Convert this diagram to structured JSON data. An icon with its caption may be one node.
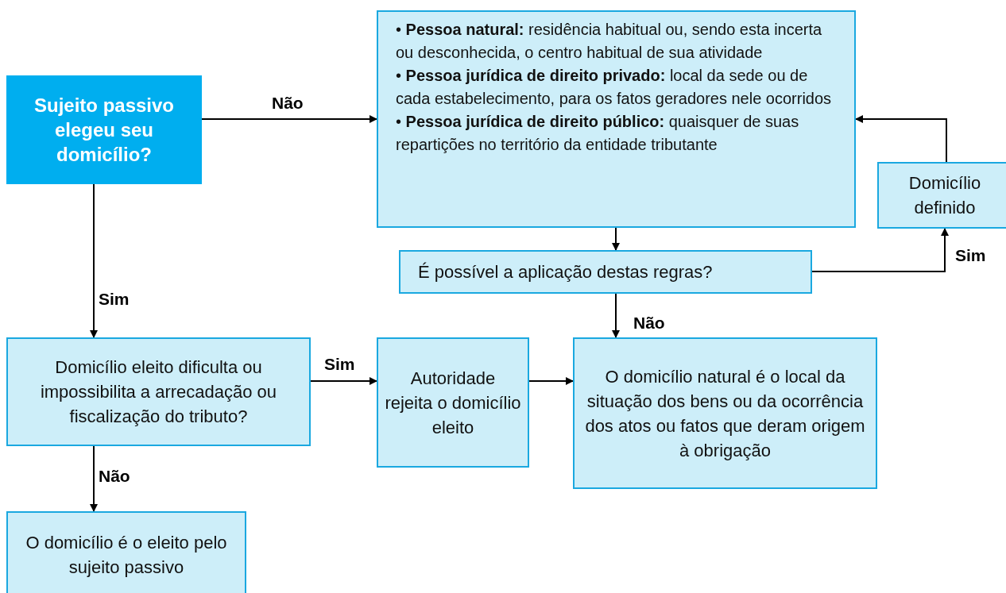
{
  "diagram": {
    "nodes": [
      {
        "text": [
          "Sujeito passivo elegeu seu domicílio?"
        ]
      },
      {
        "text": [
          "• **Pessoa natural:** residência habitual ou, sendo esta incerta ou desconhecida, o centro habitual de sua atividade",
          "• **Pessoa jurídica de direito privado:** local da sede ou de cada estabelecimento, para os fatos geradores nele ocorridos",
          "• **Pessoa jurídica de direito público:** quaisquer de suas repartições no território da entidade tributante"
        ]
      },
      {
        "text": [
          "É possível a aplicação destas regras?"
        ]
      },
      {
        "text": [
          "Domicílio definido"
        ]
      },
      {
        "text": [
          "Domicílio eleito dificulta ou impossibilita a arrecadação ou fiscalização do tributo?"
        ]
      },
      {
        "text": [
          "Autoridade rejeita o domicílio eleito"
        ]
      },
      {
        "text": [
          "O domicílio natural é o local da situação dos bens ou da ocorrência dos atos ou fatos que deram origem à obrigação"
        ]
      },
      {
        "text": [
          "O domicílio é o eleito pelo sujeito passivo"
        ]
      }
    ],
    "edges": [
      {
        "from": 0,
        "to": 1,
        "arrow": "to",
        "label": "Não"
      },
      {
        "from": 1,
        "to": 2,
        "arrow": "to"
      },
      {
        "from": 2,
        "to": 3,
        "arrow": "to",
        "label": "Sim"
      },
      {
        "from": 3,
        "to": 1,
        "arrow": "to"
      },
      {
        "from": 0,
        "to": 4,
        "arrow": "to",
        "label": "Sim"
      },
      {
        "from": 4,
        "to": 5,
        "arrow": "to",
        "label": "Sim"
      },
      {
        "from": 5,
        "to": 6,
        "arrow": "to"
      },
      {
        "from": 2,
        "to": 6,
        "arrow": "to",
        "label": "Não"
      },
      {
        "from": 4,
        "to": 7,
        "arrow": "to",
        "label": "Não"
      }
    ]
  }
}
